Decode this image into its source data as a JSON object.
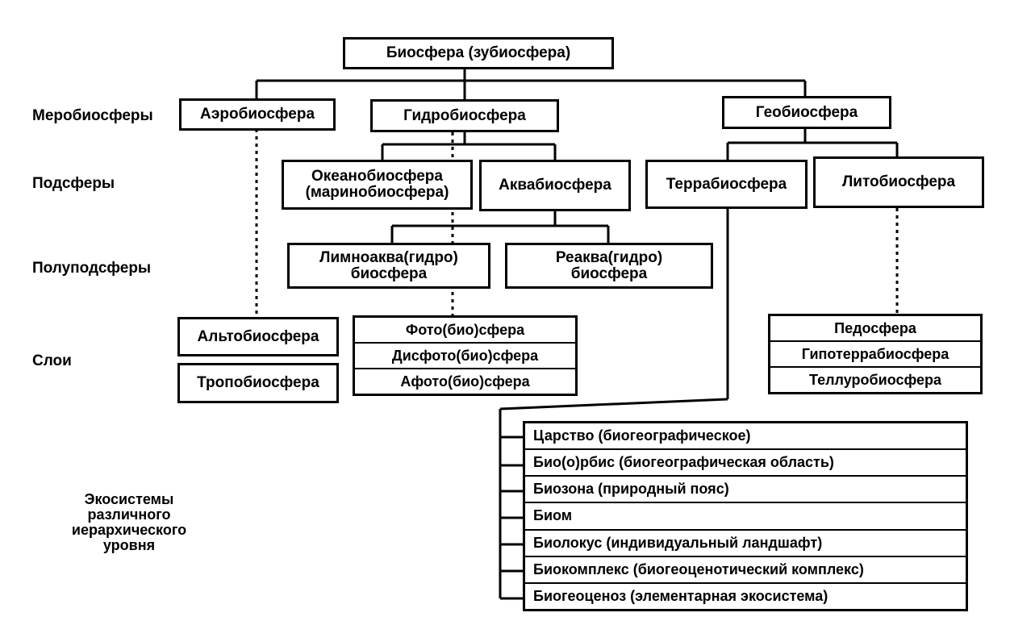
{
  "root": "Биосфера (зубиосфера)",
  "levels": {
    "merobiospheres": "Меробиосферы",
    "subspheres": "Подсферы",
    "semisubspheres": "Полуподсферы",
    "layers": "Слои",
    "ecosystems": "Экосистемы\nразличного\nиерархического\nуровня"
  },
  "merobiospheres": {
    "aero": "Аэробиосфера",
    "hydro": "Гидробиосфера",
    "geo": "Геобиосфера"
  },
  "subspheres": {
    "ocean": "Океанобиосфера\n(маринобиосфера)",
    "aqua": "Аквабиосфера",
    "terra": "Террабиосфера",
    "litho": "Литобиосфера"
  },
  "semisubspheres": {
    "limno": "Лимноаква(гидро)\nбиосфера",
    "rea": "Реаква(гидро)\nбиосфера"
  },
  "layers": {
    "alto": "Альтобиосфера",
    "tropo": "Тропобиосфера",
    "water": [
      "Фото(био)сфера",
      "Дисфото(био)сфера",
      "Афото(био)сфера"
    ],
    "soil": [
      "Педосфера",
      "Гипотеррабиосфера",
      "Теллуробиосфера"
    ]
  },
  "ecosystems": [
    "Царство (биогеографическое)",
    "Био(о)рбис (биогеографическая область)",
    "Биозона (природный пояс)",
    "Биом",
    "Биолокус (индивидуальный ландшафт)",
    "Биокомплекс (биогеоценотический комплекс)",
    "Биогеоценоз (элементарная экосистема)"
  ]
}
